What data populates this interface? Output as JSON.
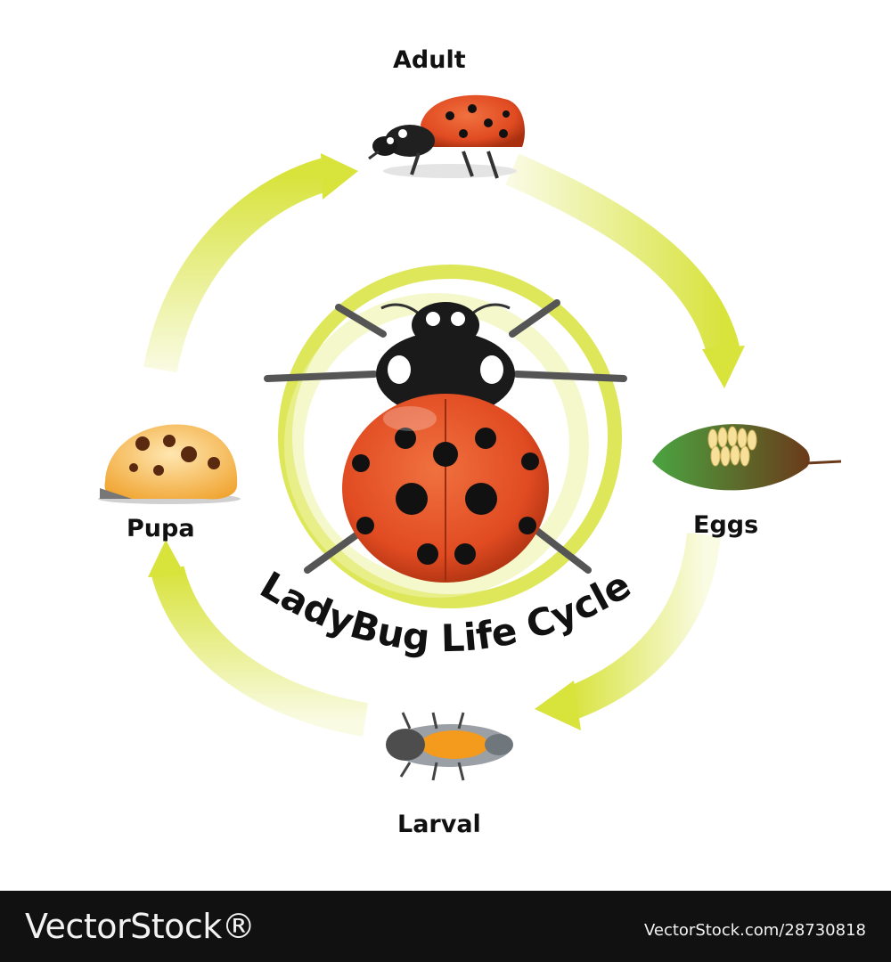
{
  "diagram": {
    "title": "LadyBug Life Cycle",
    "stages": {
      "adult": "Adult",
      "eggs": "Eggs",
      "larval": "Larval",
      "pupa": "Pupa"
    }
  },
  "footer": {
    "brand": "VectorStock®",
    "image_id": "VectorStock.com/28730818"
  },
  "colors": {
    "arrow": "#d8e33c",
    "ladybug_red": "#e8502a",
    "spot": "#111111",
    "leaf": "#3f8f3a",
    "footer_bg": "#111111"
  }
}
